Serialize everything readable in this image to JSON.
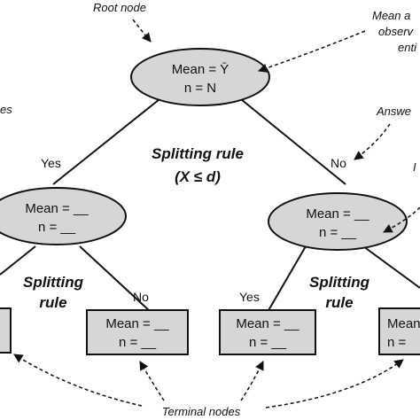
{
  "annotations": {
    "root_node": "Root node",
    "mean_of_observations": [
      "Mean a",
      "observ",
      "enti"
    ],
    "nodes_partial": "es",
    "answer_partial": "Answe",
    "right_partial": "I",
    "terminal_nodes": "Terminal nodes"
  },
  "root": {
    "mean_line": "Mean = Ȳ",
    "n_line": "n = N"
  },
  "split_top": {
    "line1": "Splitting rule",
    "line2": "(X ≤ d)"
  },
  "branch_top": {
    "yes": "Yes",
    "no": "No"
  },
  "left_node": {
    "mean_line": "Mean = __",
    "n_line": "n = __"
  },
  "right_node": {
    "mean_line": "Mean = __",
    "n_line": "n = __"
  },
  "split_left": {
    "line1": "Splitting",
    "line2": "rule",
    "no": "No"
  },
  "split_right": {
    "line1": "Splitting",
    "line2": "rule",
    "yes": "Yes"
  },
  "terminal_left_partial": {
    "mean_line": "",
    "n_line": ""
  },
  "terminal_1": {
    "mean_line": "Mean = __",
    "n_line": "n = __"
  },
  "terminal_2": {
    "mean_line": "Mean = __",
    "n_line": "n = __"
  },
  "terminal_right_partial": {
    "mean_line": "Mean",
    "n_line": "n ="
  }
}
